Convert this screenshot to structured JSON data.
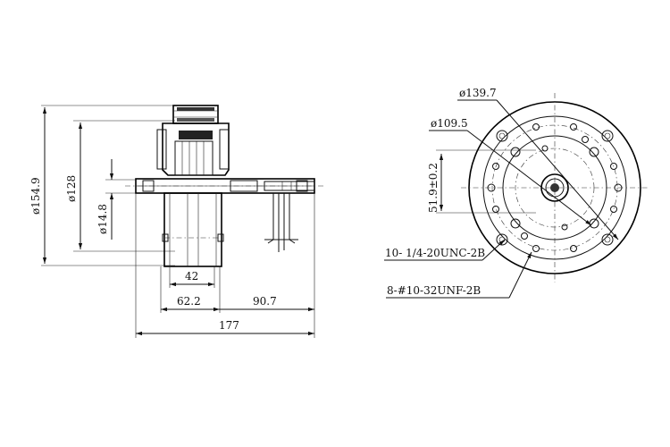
{
  "dimensions": {
    "d154_9": "ø154.9",
    "d128": "ø128",
    "d14_8": "ø14.8",
    "w42": "42",
    "w62_2": "62.2",
    "w90_7": "90.7",
    "w177": "177",
    "d139_7": "ø139.7",
    "d109_5": "ø109.5",
    "h51_9": "51.9±0.2"
  },
  "callouts": {
    "thread_10": "10- 1/4-20UNC-2B",
    "thread_8": "8-#10-32UNF-2B"
  }
}
